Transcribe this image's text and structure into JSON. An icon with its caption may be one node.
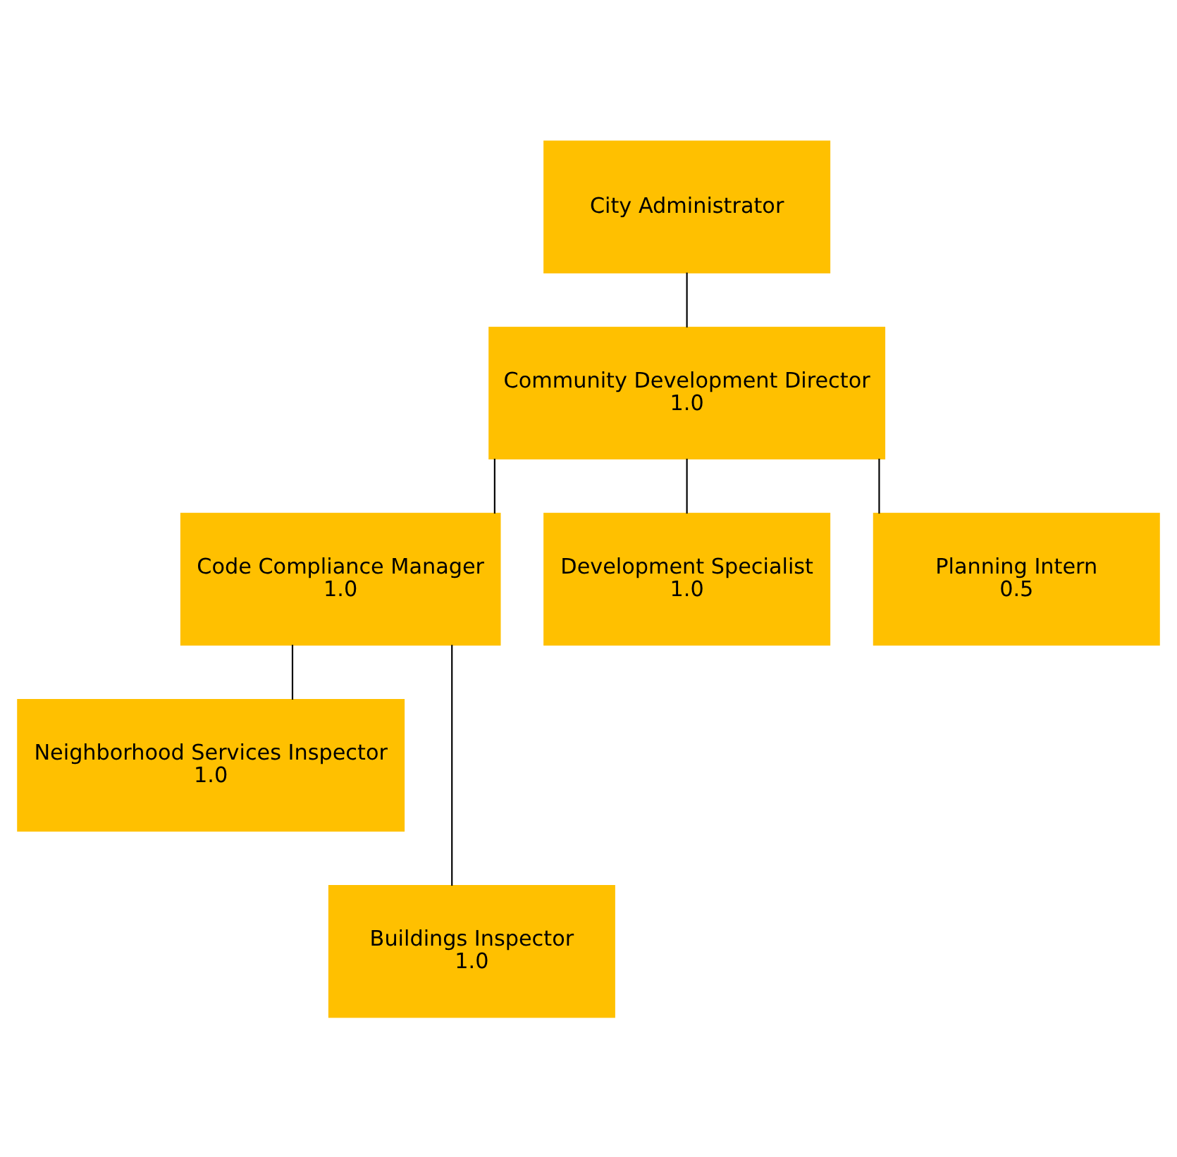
{
  "diagram": {
    "nodes": [
      {
        "text": [
          "City Administrator"
        ]
      },
      {
        "text": [
          "Community Development Director",
          "1.0"
        ]
      },
      {
        "text": [
          "Code Compliance Manager",
          "1.0"
        ]
      },
      {
        "text": [
          "Development Specialist",
          "1.0"
        ]
      },
      {
        "text": [
          "Planning Intern",
          "0.5"
        ]
      },
      {
        "text": [
          "Neighborhood Services Inspector",
          "1.0"
        ]
      },
      {
        "text": [
          "Buildings Inspector",
          "1.0"
        ]
      }
    ],
    "edges": [
      {
        "from": 0,
        "to": 1,
        "arrow": "none"
      },
      {
        "from": 1,
        "to": 2,
        "arrow": "none"
      },
      {
        "from": 1,
        "to": 3,
        "arrow": "none"
      },
      {
        "from": 1,
        "to": 4,
        "arrow": "none"
      },
      {
        "from": 2,
        "to": 5,
        "arrow": "none"
      },
      {
        "from": 2,
        "to": 6,
        "arrow": "none"
      }
    ]
  }
}
